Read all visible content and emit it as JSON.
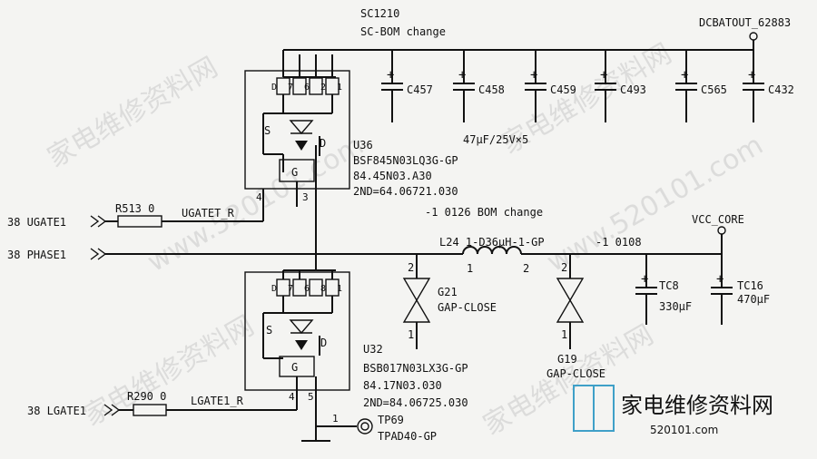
{
  "top_group": {
    "ref": "SC1210",
    "note": "SC-BOM change"
  },
  "dcbatout": "DCBATOUT_62883",
  "caps_top": [
    "C457",
    "C458",
    "C459",
    "C493",
    "C565",
    "C432"
  ],
  "caps_top_value": "47μF/25V×5",
  "q_high": {
    "ref": "U36",
    "part": "BSF845N03LQ3G-GP",
    "code": "84.45N03.A30",
    "alt": "2ND=64.06721.030"
  },
  "q_low": {
    "ref": "U32",
    "part": "BSB017N03LX3G-GP",
    "code": "84.17N03.030",
    "alt": "2ND=84.06725.030"
  },
  "pins": {
    "d": "D",
    "s": "S",
    "g": "G",
    "p7": "7",
    "p6": "6",
    "p2": "2",
    "p1": "1",
    "p8": "8",
    "p3": "3",
    "p4": "4",
    "p5": "5"
  },
  "signals": {
    "ugate": "38 UGATE1",
    "phase": "38 PHASE1",
    "lgate": "38 LGATE1",
    "ugate_net": "UGATET_R",
    "lgate_net": "LGATE1_R"
  },
  "r513": "R513  0",
  "r290": "R290  0",
  "bom_change": "-1 0126 BOM change",
  "inductor": {
    "label": "L24 1-D36μH-1-GP",
    "suffix": "-1 0108",
    "pin1": "1",
    "pin2": "2"
  },
  "vcc_core": "VCC_CORE",
  "g21": {
    "ref": "G21",
    "desc": "GAP-CLOSE",
    "pin_top": "2",
    "pin_bot": "1"
  },
  "g19": {
    "ref": "G19",
    "desc": "GAP-CLOSE",
    "pin_top": "2",
    "pin_bot": "1"
  },
  "tc8": {
    "ref": "TC8",
    "value": "330μF"
  },
  "tc16": {
    "ref": "TC16",
    "value": "470μF"
  },
  "tp69": {
    "ref": "TP69",
    "part": "TPAD40-GP",
    "pin": "1"
  },
  "plus": "+",
  "watermark": {
    "url": "www.520101.com",
    "diag": "家电维修资料网",
    "logo_cn": "家电维修资料网",
    "logo_url": "520101.com"
  }
}
